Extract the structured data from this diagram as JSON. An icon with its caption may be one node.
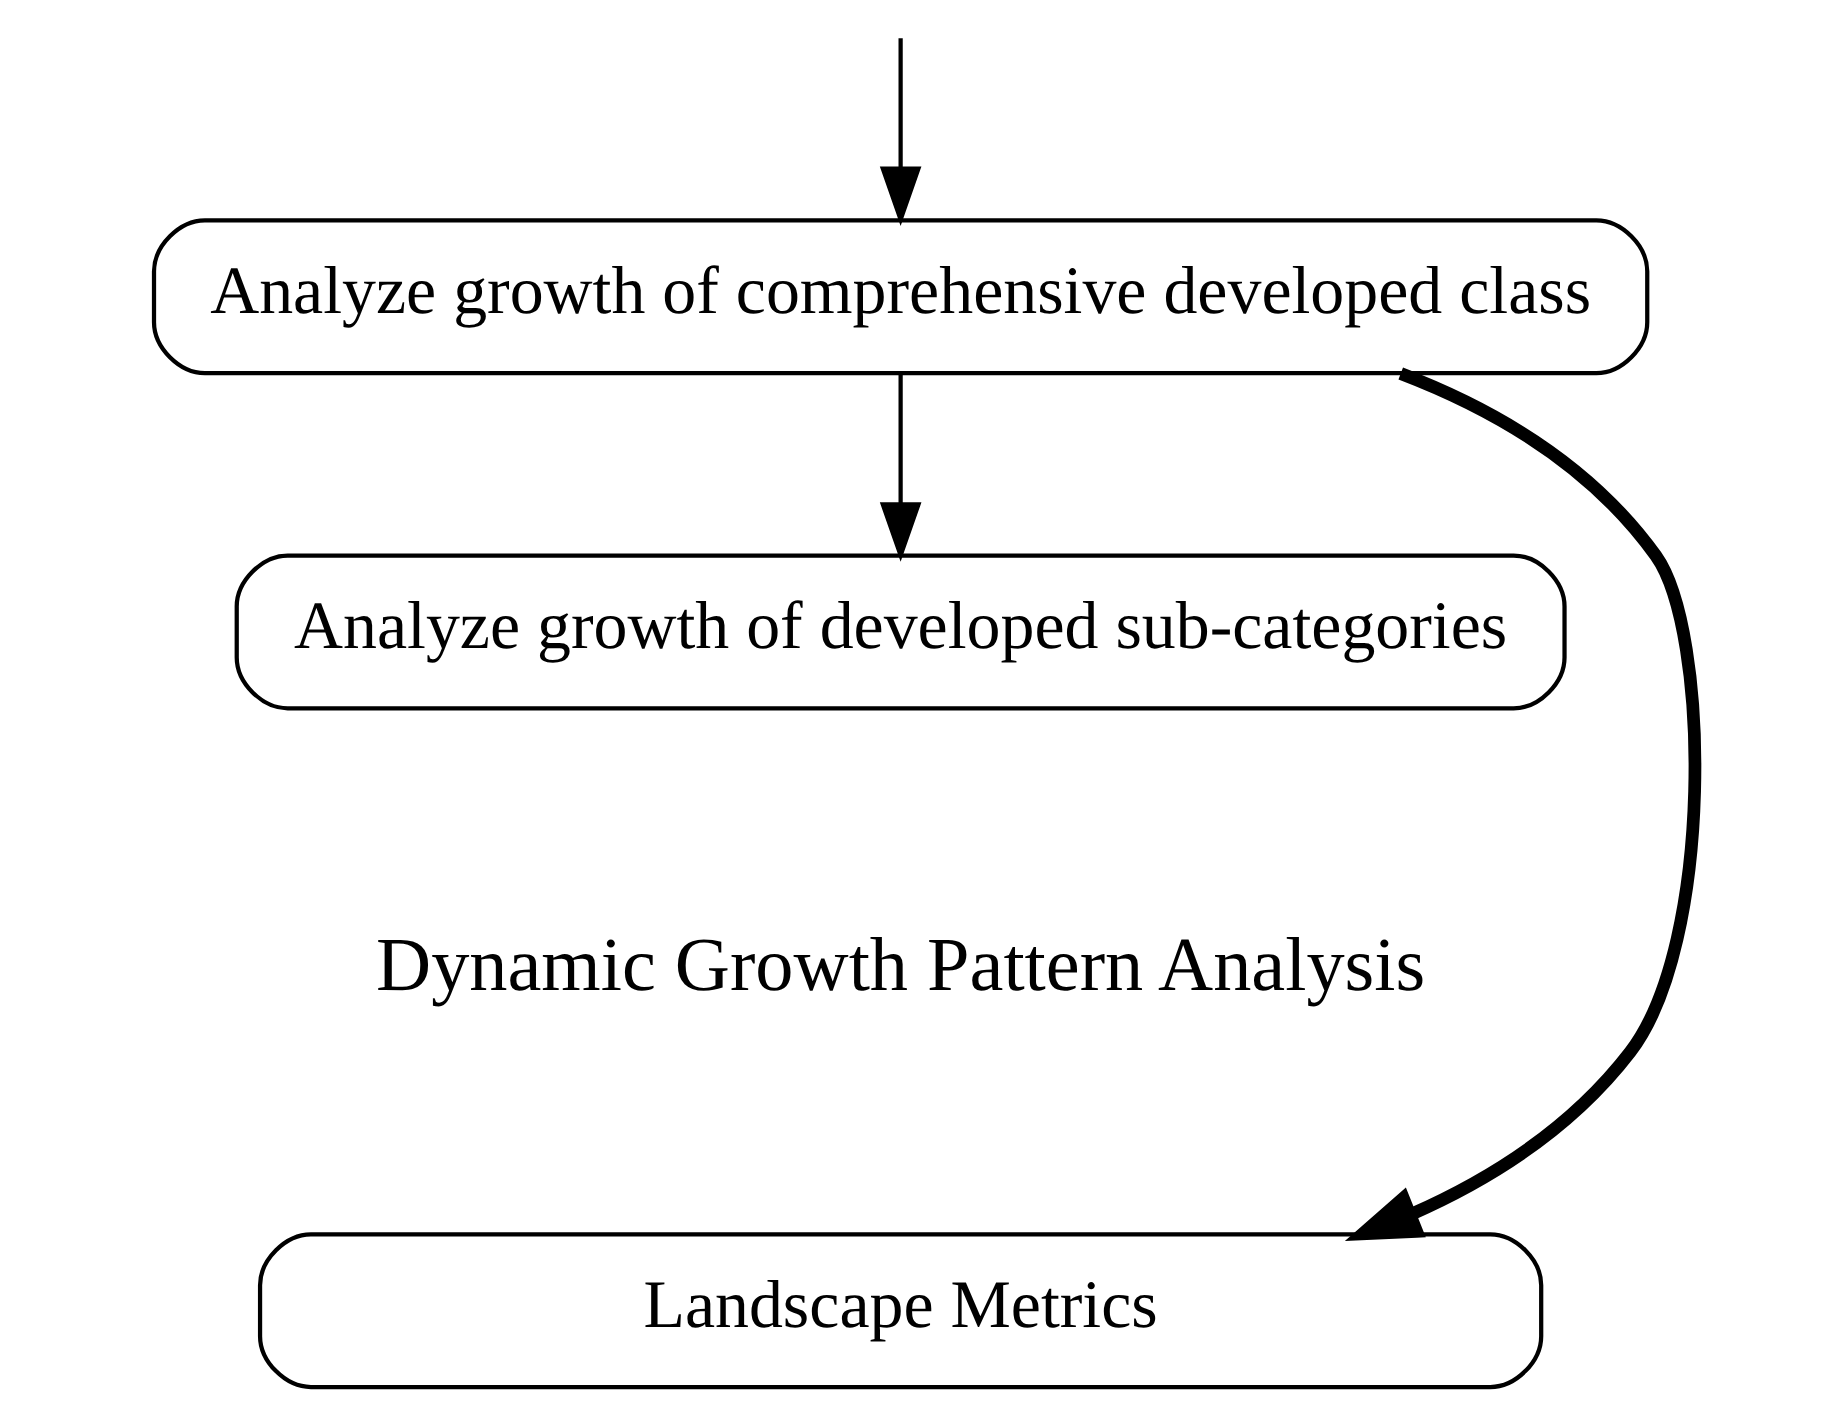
{
  "diagram": {
    "nodes": [
      {
        "text": [
          "Analyze growth of comprehensive developed class"
        ]
      },
      {
        "text": [
          "Analyze growth of developed sub-categories"
        ]
      },
      {
        "text": [
          "Landscape Metrics"
        ]
      }
    ],
    "edges": [
      {
        "from": null,
        "to": 0,
        "arrow": "to"
      },
      {
        "from": 0,
        "to": 1,
        "arrow": "to"
      },
      {
        "from": 0,
        "to": 2,
        "arrow": "to",
        "style": "thick"
      }
    ],
    "labels": [
      "Dynamic Growth Pattern Analysis"
    ]
  }
}
